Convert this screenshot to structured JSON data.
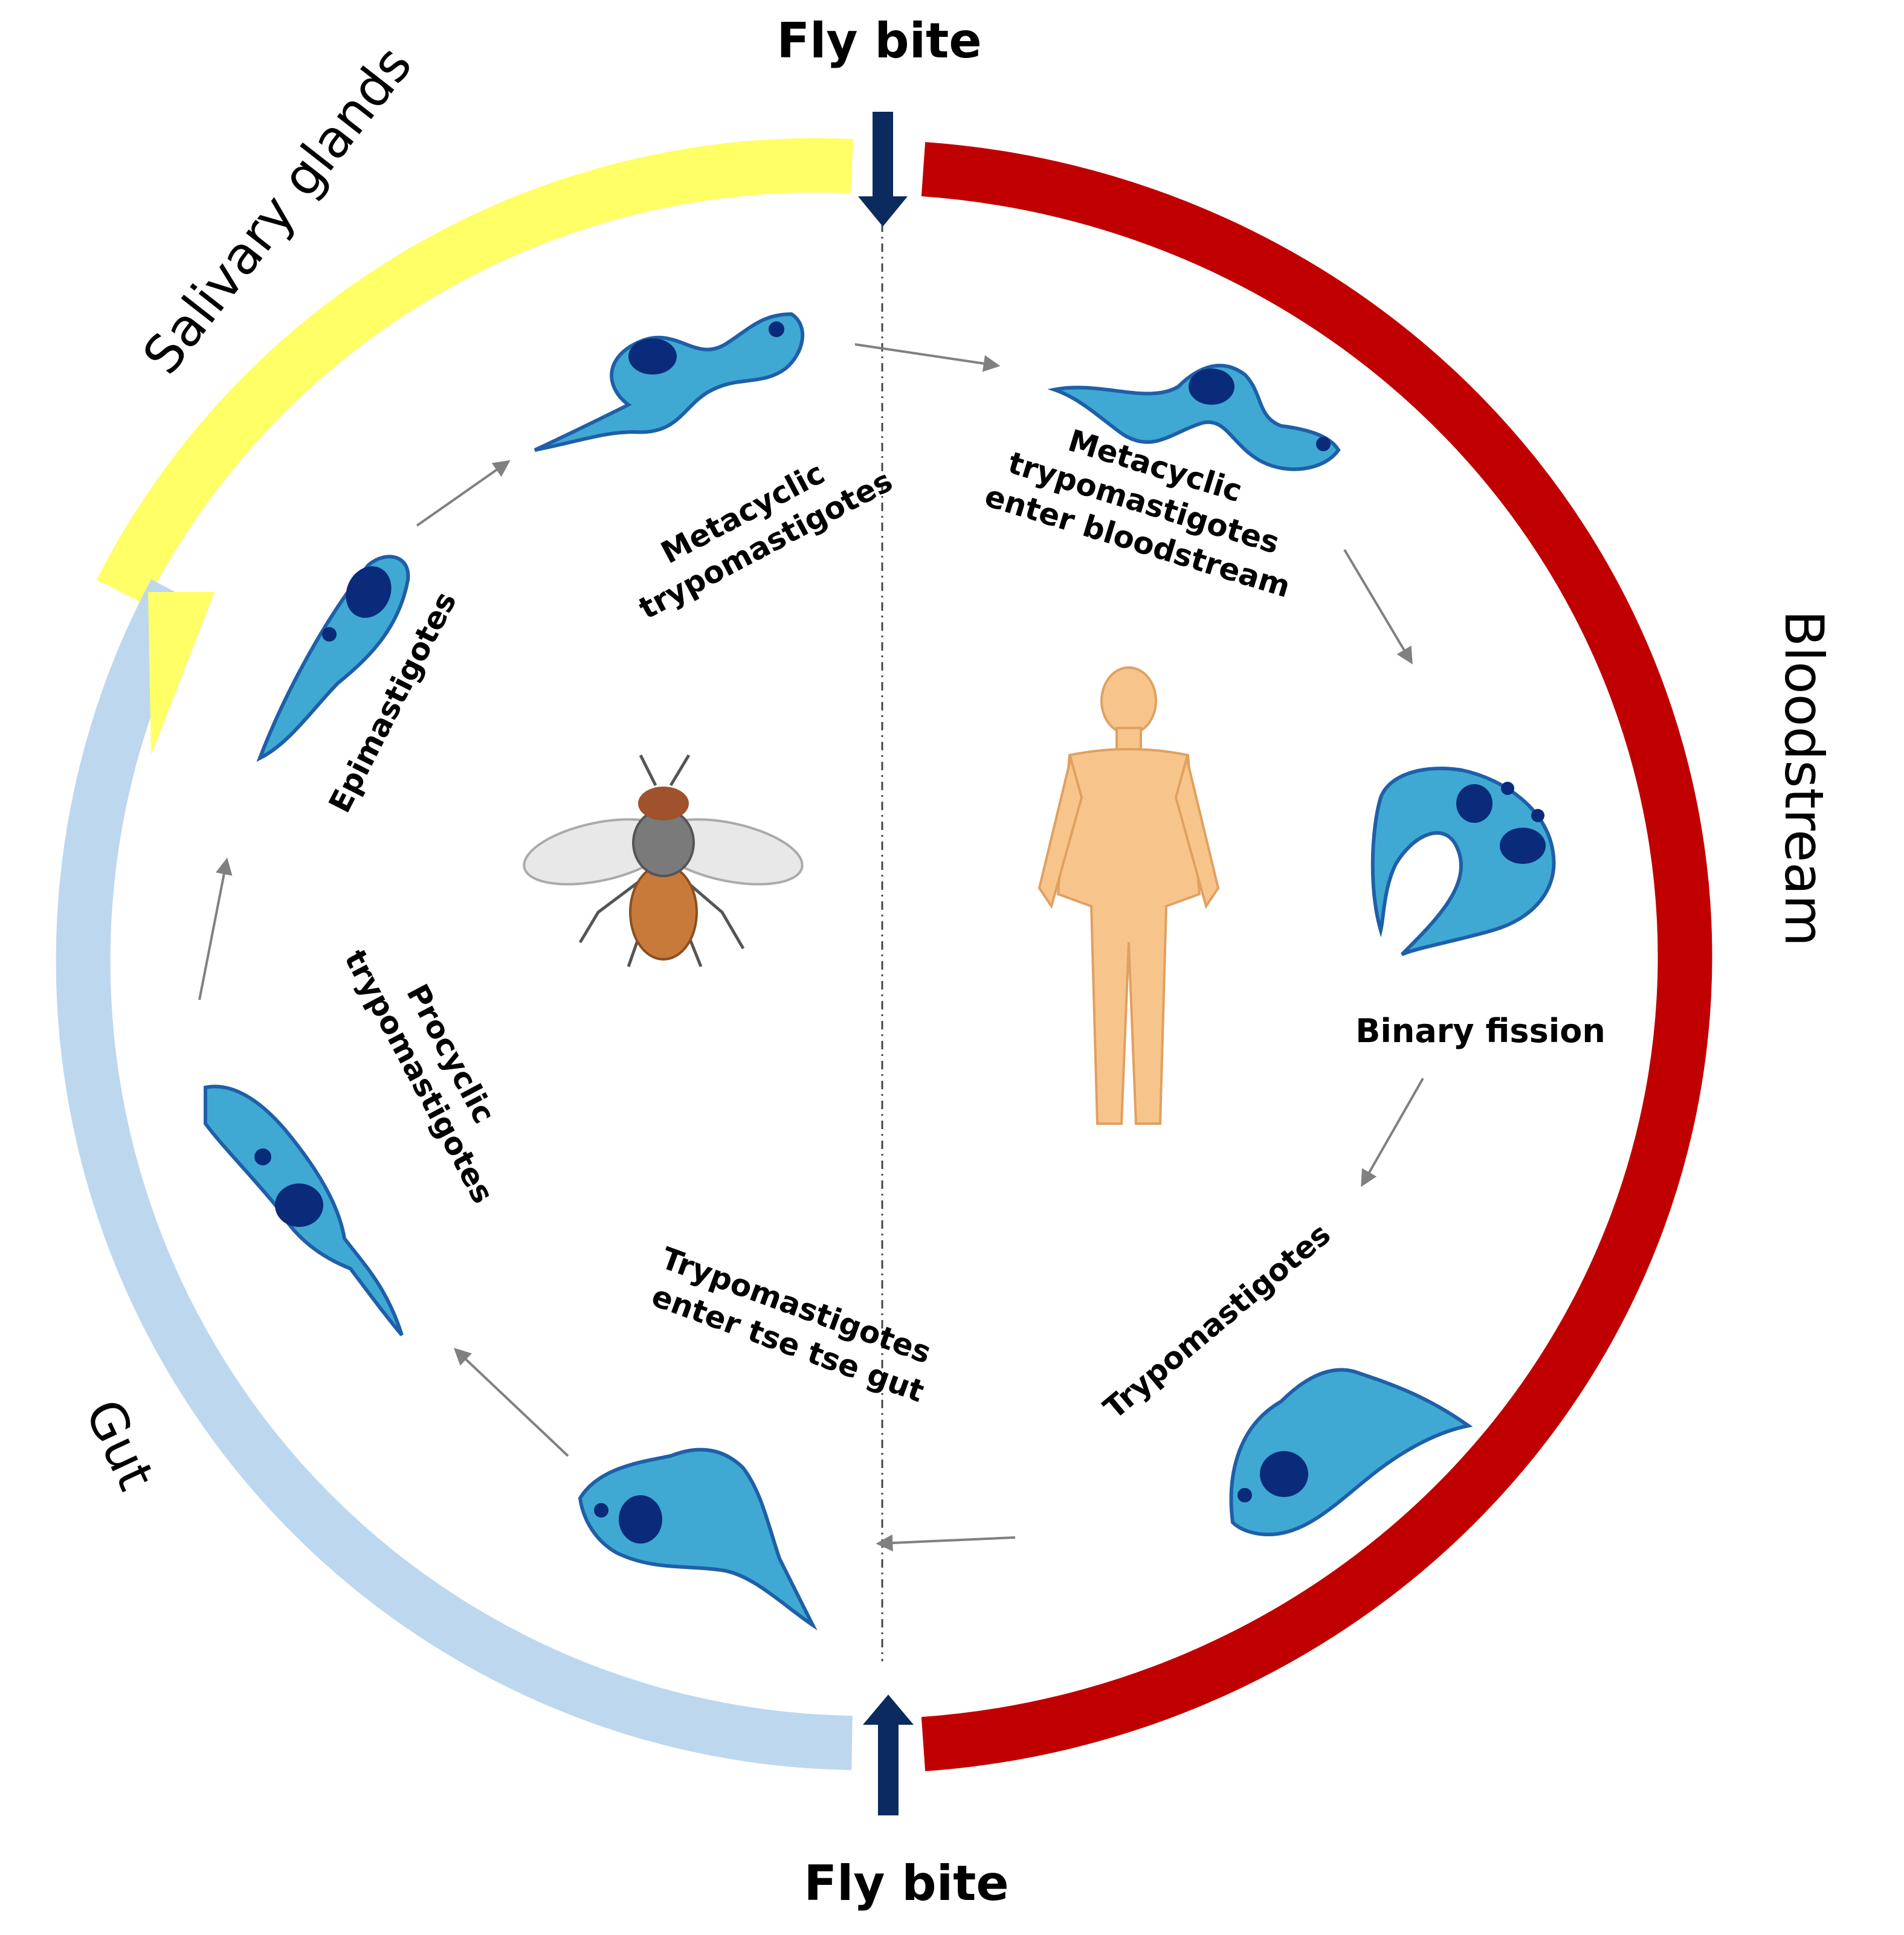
{
  "labels": {
    "fly_bite_top": "Fly bite",
    "fly_bite_bottom": "Fly bite",
    "salivary_glands": "Salivary glands",
    "bloodstream": "Bloodstream",
    "gut": "Gut",
    "metacyclic_left": [
      "Metacyclic",
      "trypomastigotes"
    ],
    "metacyclic_right": [
      "Metacyclic",
      "trypomastigotes",
      "enter bloodstream"
    ],
    "epimastigotes": "Epimastigotes",
    "procyclic": [
      "Procyclic",
      "trypomastigotes"
    ],
    "binary_fission": "Binary fission",
    "trypomastigotes": "Trypomastigotes",
    "enter_gut": [
      "Trypomastigotes",
      "enter tse tse gut"
    ]
  },
  "colors": {
    "salivary_glands": "#ffff66",
    "bloodstream": "#c00000",
    "gut": "#bdd7ee",
    "cell_body": "#3fa9d4",
    "cell_outline": "#1f5fa8",
    "nucleus": "#0a2a7a",
    "fly_bite_arrow": "#0b2a5e",
    "flow_arrow": "#808080",
    "human": "#f7c58c",
    "fly_abdomen": "#c87a3a",
    "fly_thorax": "#7a7a7a"
  },
  "icons": {
    "host_vector": "tsetse-fly-icon",
    "host_mammal": "human-body-icon"
  }
}
